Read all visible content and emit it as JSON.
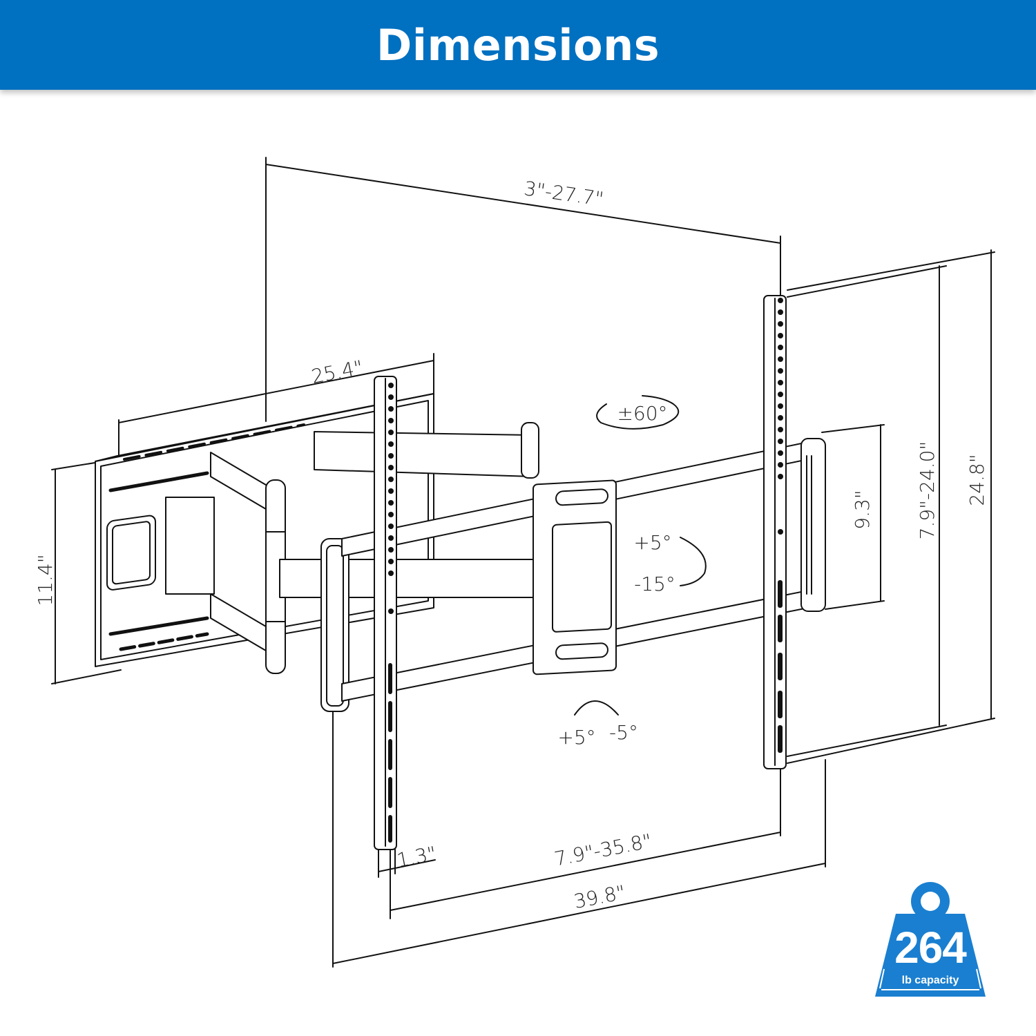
{
  "header": {
    "title": "Dimensions",
    "background": "#0070c0"
  },
  "dimensions": {
    "wall_to_tv_depth": "3\"-27.7\"",
    "wall_plate_width": "25.4\"",
    "wall_plate_height": "11.4\"",
    "tv_bracket_spacing_vertical_inner": "9.3\"",
    "vesa_vertical_range": "7.9\"-24.0\"",
    "tv_bracket_height": "24.8\"",
    "bracket_width": "1.3\"",
    "vesa_horizontal_range": "7.9\"-35.8\"",
    "max_width": "39.8\""
  },
  "motion": {
    "swivel": "±60°",
    "tilt_up": "+5°",
    "tilt_down": "-15°",
    "level_plus": "+5°",
    "level_minus": "-5°"
  },
  "badge": {
    "number": "264",
    "label": "lb capacity",
    "color": "#1a7fd0"
  }
}
